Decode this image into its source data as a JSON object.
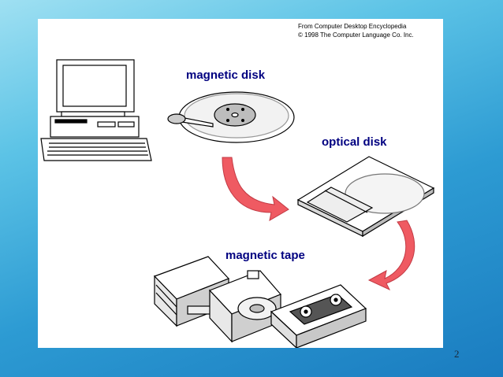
{
  "credit": {
    "line1": "From Computer Desktop Encyclopedia",
    "line2": "© 1998 The Computer Language Co. Inc."
  },
  "labels": {
    "magnetic_disk": "magnetic disk",
    "optical_disk": "optical disk",
    "magnetic_tape": "magnetic tape"
  },
  "page_number": "2",
  "colors": {
    "label_text": "#000080",
    "arrow_fill": "#ef5a62",
    "panel": "#ffffff",
    "background_accent": "#2d9bd3"
  },
  "icons": [
    "computer-icon",
    "magnetic-disk-icon",
    "optical-disk-icon",
    "magnetic-tape-icon",
    "curved-arrow-icon"
  ]
}
